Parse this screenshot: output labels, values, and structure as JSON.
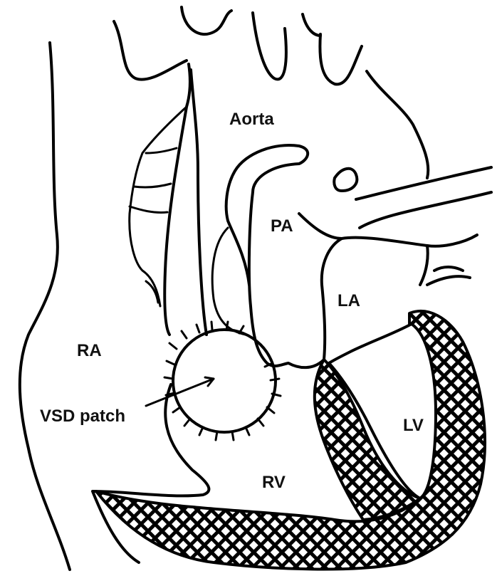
{
  "labels": {
    "aorta": "Aorta",
    "pa": "PA",
    "la": "LA",
    "ra": "RA",
    "lv": "LV",
    "rv": "RV",
    "vsd_patch": "VSD patch"
  }
}
